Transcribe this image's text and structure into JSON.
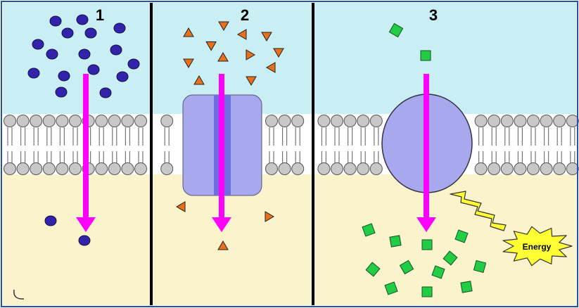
{
  "panels": [
    {
      "label": "1",
      "transport": "simple-diffusion",
      "particle": "circle",
      "particle_color": "#3322aa"
    },
    {
      "label": "2",
      "transport": "facilitated-diffusion-channel",
      "particle": "triangle",
      "particle_color": "#e8701a"
    },
    {
      "label": "3",
      "transport": "active-transport-carrier",
      "particle": "square",
      "particle_color": "#22cc44"
    }
  ],
  "energy_label": "Energy",
  "colors": {
    "extracellular": "#c9eef4",
    "cytoplasm": "#fbf3cc",
    "phospholipid_head": "#c8c8c8",
    "protein": "#a8a8ee",
    "protein_channel": "#6e6ee0",
    "arrow": "#ff00ff",
    "energy_burst": "#ffff33",
    "divider": "#000000"
  }
}
